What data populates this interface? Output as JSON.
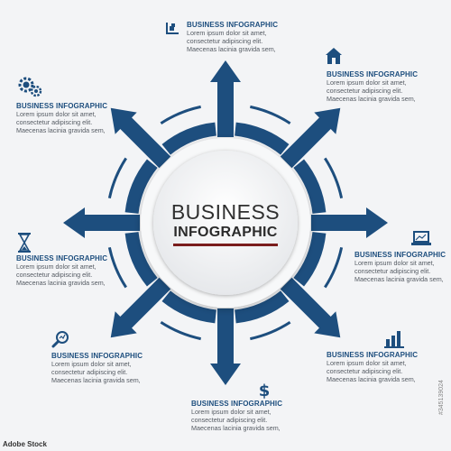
{
  "center": {
    "line1": "BUSINESS",
    "line2": "INFOGRAPHIC"
  },
  "colors": {
    "primary": "#1d4e7e",
    "accent_line": "#7a1d1d",
    "background": "#f3f4f6"
  },
  "blocks": [
    {
      "position": "top",
      "icon": "org-chart-icon",
      "title": "BUSINESS INFOGRAPHIC",
      "lines": [
        "Lorem ipsum dolor sit amet,",
        "consectetur adipiscing elit.",
        "Maecenas lacinia gravida sem,"
      ]
    },
    {
      "position": "top-right",
      "icon": "home-icon",
      "title": "BUSINESS INFOGRAPHIC",
      "lines": [
        "Lorem ipsum dolor sit amet,",
        "consectetur adipiscing elit.",
        "Maecenas lacinia gravida sem,"
      ]
    },
    {
      "position": "right",
      "icon": "laptop-icon",
      "title": "BUSINESS INFOGRAPHIC",
      "lines": [
        "Lorem ipsum dolor sit amet,",
        "consectetur adipiscing elit.",
        "Maecenas lacinia gravida sem,"
      ]
    },
    {
      "position": "bottom-right",
      "icon": "bar-chart-icon",
      "title": "BUSINESS INFOGRAPHIC",
      "lines": [
        "Lorem ipsum dolor sit amet,",
        "consectetur adipiscing elit.",
        "Maecenas lacinia gravida sem,"
      ]
    },
    {
      "position": "bottom",
      "icon": "dollar-icon",
      "title": "BUSINESS INFOGRAPHIC",
      "lines": [
        "Lorem ipsum dolor sit amet,",
        "consectetur adipiscing elit.",
        "Maecenas lacinia gravida sem,"
      ]
    },
    {
      "position": "bottom-left",
      "icon": "magnifier-icon",
      "title": "BUSINESS INFOGRAPHIC",
      "lines": [
        "Lorem ipsum dolor sit amet,",
        "consectetur adipiscing elit.",
        "Maecenas lacinia gravida sem,"
      ]
    },
    {
      "position": "left",
      "icon": "hourglass-icon",
      "title": "BUSINESS INFOGRAPHIC",
      "lines": [
        "Lorem ipsum dolor sit amet,",
        "consectetur adipiscing elit.",
        "Maecenas lacinia gravida sem,"
      ]
    },
    {
      "position": "top-left",
      "icon": "gears-icon",
      "title": "BUSINESS INFOGRAPHIC",
      "lines": [
        "Lorem ipsum dolor sit amet,",
        "consectetur adipiscing elit.",
        "Maecenas lacinia gravida sem,"
      ]
    }
  ],
  "watermark": {
    "id": "#345139024",
    "brand": "Adobe Stock"
  }
}
